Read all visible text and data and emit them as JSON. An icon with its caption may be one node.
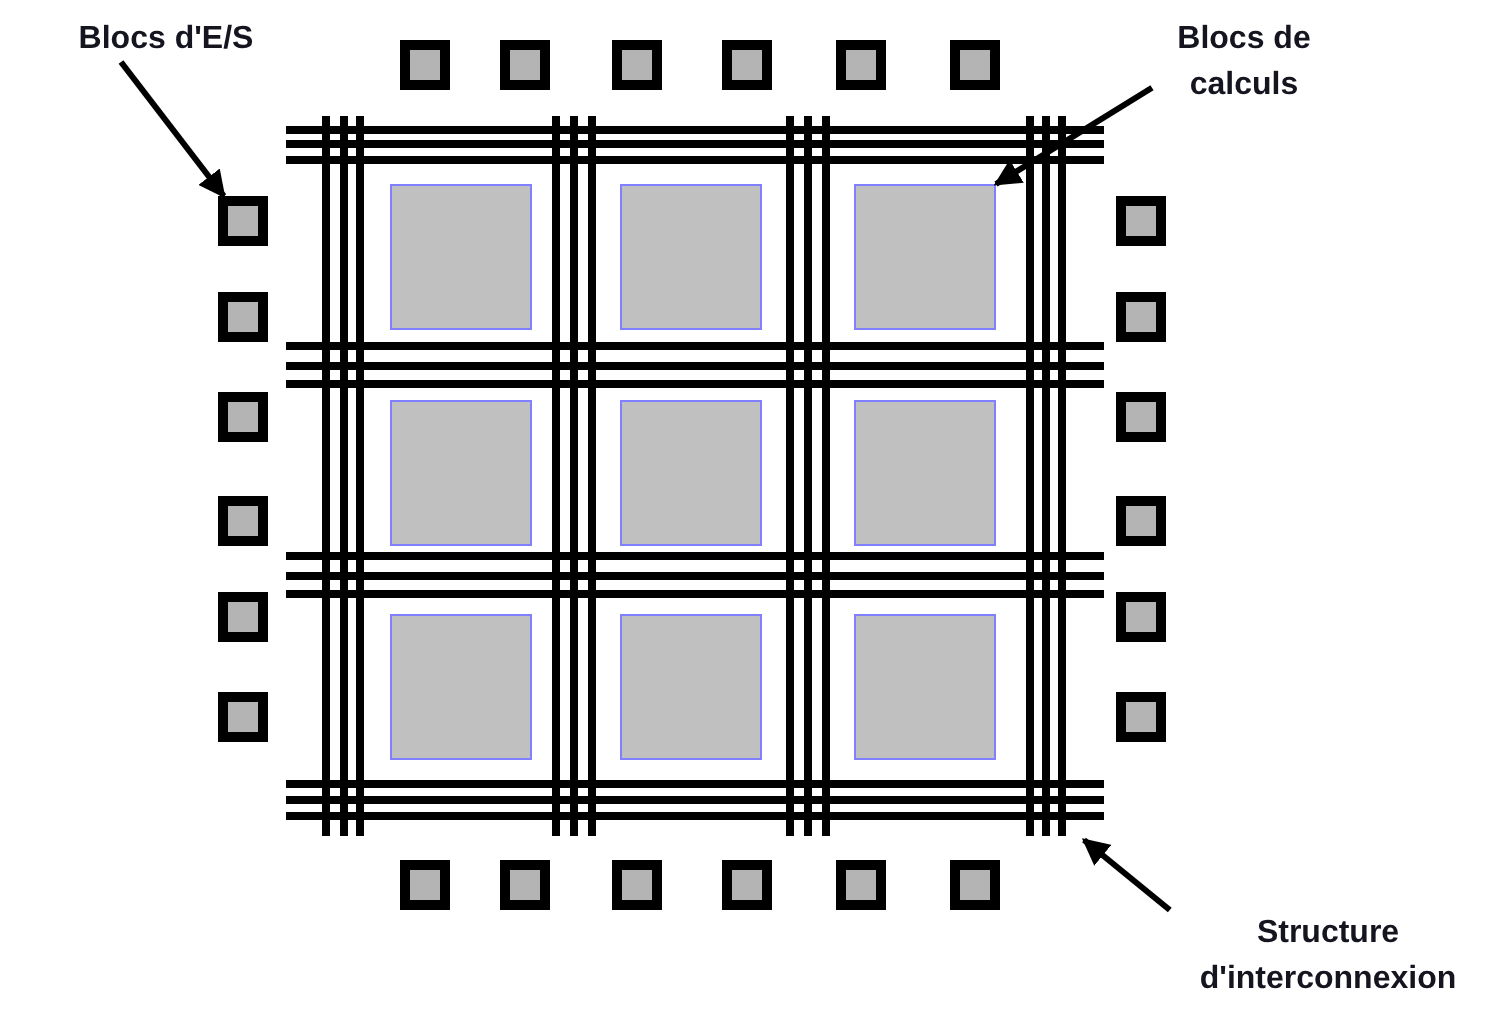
{
  "diagram": {
    "nodes": [
      {
        "text": [
          "Blocs d'E/S"
        ]
      },
      {
        "text": [
          "Blocs de calculs"
        ]
      },
      {
        "text": [],
        "shape": "box"
      },
      {
        "text": [],
        "shape": "box"
      },
      {
        "text": [],
        "shape": "box"
      },
      {
        "text": [],
        "shape": "box"
      },
      {
        "text": [],
        "shape": "box"
      },
      {
        "text": [],
        "shape": "box"
      },
      {
        "text": [],
        "shape": "box"
      },
      {
        "text": [],
        "shape": "box"
      },
      {
        "text": [],
        "shape": "box"
      },
      {
        "text": [],
        "shape": "box"
      },
      {
        "text": [],
        "shape": "box"
      },
      {
        "text": [],
        "shape": "box"
      },
      {
        "text": [],
        "shape": "box"
      },
      {
        "text": [],
        "shape": "box"
      },
      {
        "text": [],
        "shape": "box"
      },
      {
        "text": [],
        "shape": "box"
      },
      {
        "text": [],
        "shape": "box"
      },
      {
        "text": [],
        "shape": "box"
      },
      {
        "text": [],
        "shape": "box"
      },
      {
        "text": [],
        "shape": "box"
      },
      {
        "text": [],
        "shape": "box"
      },
      {
        "text": [],
        "shape": "box"
      },
      {
        "text": [],
        "shape": "box"
      },
      {
        "text": [],
        "shape": "box"
      },
      {
        "text": [],
        "shape": "box"
      },
      {
        "text": [],
        "shape": "box"
      },
      {
        "text": [],
        "shape": "box"
      },
      {
        "text": [],
        "shape": "box"
      },
      {
        "text": [],
        "shape": "box"
      },
      {
        "text": [],
        "shape": "box"
      },
      {
        "text": [],
        "shape": "box"
      },
      {
        "text": [],
        "shape": "box"
      },
      {
        "text": [],
        "shape": "box"
      },
      {
        "text": [
          "Structure d'interconnexion"
        ]
      }
    ],
    "edges": [
      {
        "from": 0,
        "to": 8,
        "arrow": "to"
      },
      {
        "from": 1,
        "to": 28,
        "arrow": "to"
      },
      {
        "from": 35,
        "to": null,
        "arrow": "to"
      }
    ]
  }
}
